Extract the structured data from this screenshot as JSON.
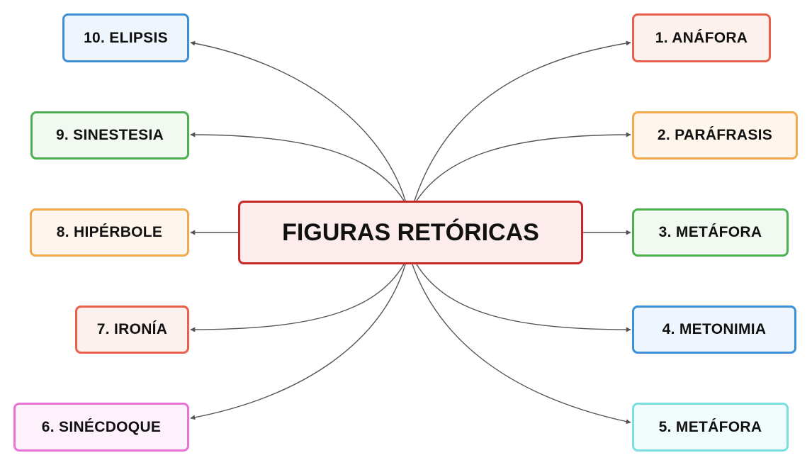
{
  "central": {
    "label": "FIGURAS RETÓRICAS",
    "border_color": "#c62828",
    "fill_color": "#fdecec"
  },
  "nodes": [
    {
      "label": "1. ANÁFORA",
      "border_color": "#e8604c",
      "fill_color": "#fdf1ee"
    },
    {
      "label": "2. PARÁFRASIS",
      "border_color": "#f2a94e",
      "fill_color": "#fef6ec"
    },
    {
      "label": "3. METÁFORA",
      "border_color": "#4caf50",
      "fill_color": "#f1f9f1"
    },
    {
      "label": "4. METONIMIA",
      "border_color": "#3d8fd6",
      "fill_color": "#eef5fc"
    },
    {
      "label": "5. METÁFORA",
      "border_color": "#7adfdf",
      "fill_color": "#f0fbfb"
    },
    {
      "label": "6. SINÉCDOQUE",
      "border_color": "#e873d8",
      "fill_color": "#fdf1fb"
    },
    {
      "label": "7. IRONÍA",
      "border_color": "#e8604c",
      "fill_color": "#fdf1ee"
    },
    {
      "label": "8. HIPÉRBOLE",
      "border_color": "#f2a94e",
      "fill_color": "#fef6ec"
    },
    {
      "label": "9. SINESTESIA",
      "border_color": "#4caf50",
      "fill_color": "#f1f9f1"
    },
    {
      "label": "10. ELIPSIS",
      "border_color": "#3d8fd6",
      "fill_color": "#eef5fc"
    }
  ],
  "connector_color": "#555555"
}
